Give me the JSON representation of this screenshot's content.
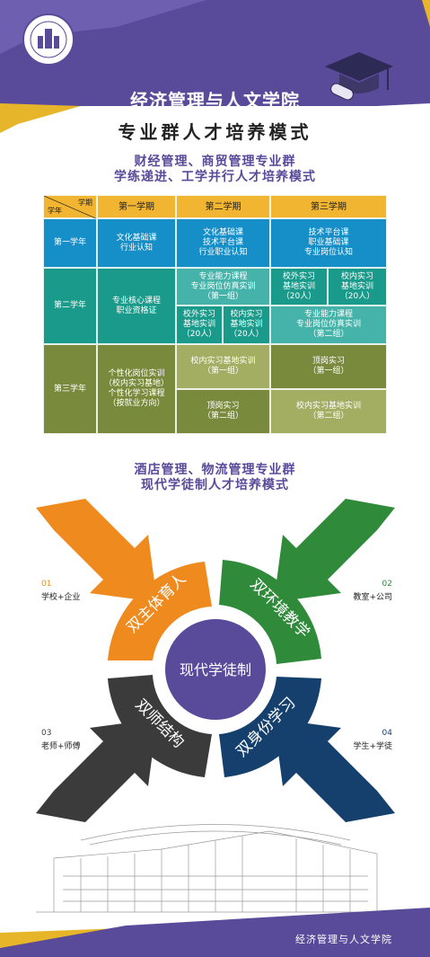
{
  "header": {
    "title": "经济管理与人文学院",
    "subtitle": "专业群人才培养模式"
  },
  "section1": {
    "title_line1": "财经管理、商贸管理专业群",
    "title_line2": "学练递进、工学并行人才培养模式"
  },
  "table": {
    "corner_top": "学期",
    "corner_bottom": "学年",
    "headers": [
      "第一学期",
      "第二学期",
      "第三学期"
    ],
    "rows": [
      "第一学年",
      "第二学年",
      "第三学年"
    ],
    "y1": {
      "s1": "文化基础课\n行业认知",
      "s2": "文化基础课\n技术平台课\n行业职业认知",
      "s3": "技术平台课\n职业基础课\n专业岗位认知"
    },
    "y2": {
      "s1": "专业核心课程\n职业资格证",
      "s2_top": "专业能力课程\n专业岗位仿真实训\n（第一组）",
      "s2_bl": "校外实习\n基地实训\n（20人）",
      "s2_br": "校内实习\n基地实训\n（20人）",
      "s3_tl": "校外实习\n基地实训\n（20人）",
      "s3_tr": "校内实习\n基地实训\n（20人）",
      "s3_bottom": "专业能力课程\n专业岗位仿真实训\n（第二组）"
    },
    "y3": {
      "s1": "个性化岗位实训\n（校内实习基地）\n个性化学习课程\n（按就业方向）",
      "s2_top": "校内实习基地实训\n（第一组）",
      "s2_bottom": "顶岗实习\n（第二组）",
      "s3_top": "顶岗实习\n（第一组）",
      "s3_bottom": "校内实习基地实训\n（第二组）"
    }
  },
  "section2": {
    "title_line1": "酒店管理、物流管理专业群",
    "title_line2": "现代学徒制人才培养模式"
  },
  "cycle": {
    "center": "现代学徒制",
    "segments": [
      "双主体育人",
      "双环境教学",
      "双身份学习",
      "双师结构"
    ],
    "labels": [
      {
        "num": "01",
        "text": "学校+企业"
      },
      {
        "num": "02",
        "text": "教室+公司"
      },
      {
        "num": "03",
        "text": "老师+师傅"
      },
      {
        "num": "04",
        "text": "学生+学徒"
      }
    ]
  },
  "footer": {
    "text": "经济管理与人文学院"
  },
  "colors": {
    "purple": "#5a4a9a",
    "gold": "#e6b52a",
    "orange": "#ef8a1f",
    "green": "#2f8a3a",
    "navy": "#15406e",
    "dark": "#3b3b3b"
  }
}
